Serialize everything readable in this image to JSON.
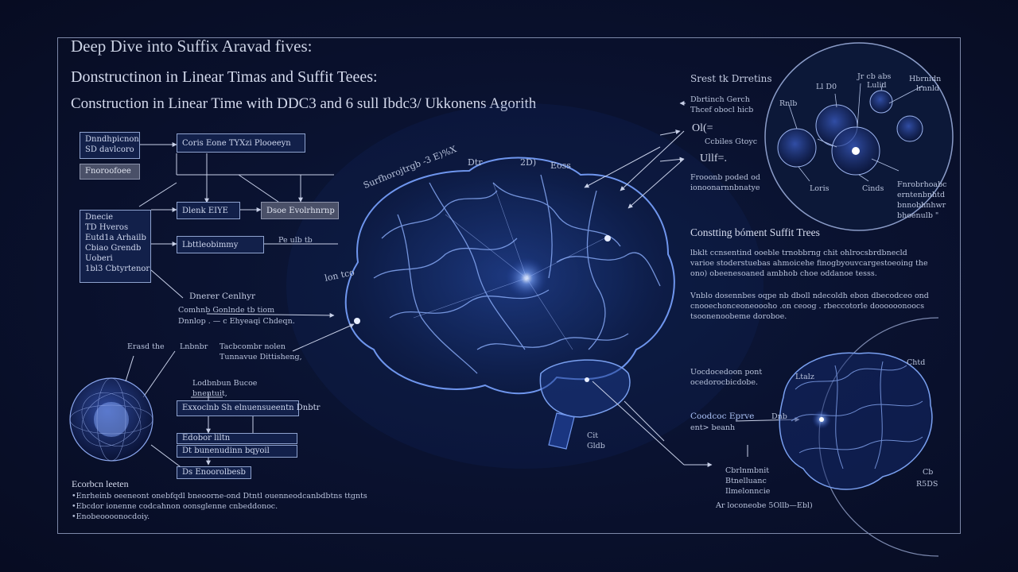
{
  "titles": {
    "line1": "Deep Dive into Suffix Aravad fives:",
    "line2": "Donstructinon in Linear Timas and Suffit Teees:",
    "line3": "Construction in Linear Time with DDC3 and 6 sull Ibdc3/ Ukkonens Agorith"
  },
  "left_flow": {
    "box_a": [
      "Dnndhpicnon",
      "SD davlcoro"
    ],
    "box_a_gray": "Fnoroofoee",
    "box_b": "Coris Eone  TYXzi Plooeeyn",
    "box_c": [
      "Dnecie",
      "TD Hveros",
      "Eutd1a Arhailb",
      "Cbiao Grendb",
      "Uoberi",
      "1bl3 Cbtyrtenor"
    ],
    "box_d": "Dlenk  EIYE",
    "box_e": "Dsoe  Evolrhnrnp",
    "box_f": "Lbttleobimmy",
    "label_f": "Pe  ulb  tb",
    "label_sub_title": "Dnerer Cenlhyr",
    "label_sub_body": [
      "Comhnb   Gonlnde tb tiom",
      "Dnnlop . — c Ehyeaqi Chdeqn."
    ]
  },
  "left_lower": {
    "label_a": "Erasd  the",
    "label_b": "Lnbnbr",
    "label_c": [
      "Tacbcombr nolen",
      "Tunnavue  Dittisheng,"
    ],
    "label_d": [
      "Lodbnbun  Bucoe",
      "bnentuit,"
    ],
    "box_g": "Exxoclnb   Sh elnuensueentn Dnbtr",
    "box_h": "Edobor  liltn",
    "box_i": "Dt     bunenudinn       bqyoil",
    "box_j": "Ds   Enoorolbesb"
  },
  "footer": {
    "heading": "Ecorbcn  leeten",
    "items": [
      "Enrheinb oeeneont  onebfqdl bneoorne-ond  Dtntl ouenneodcanbdbtns  ttgnts",
      "Ebcdor   ionenne codcahnon  oonsglenne  cnbeddonoc.",
      "Enobeoooonocdoiy."
    ]
  },
  "brain_labels": {
    "arc": "Surfhorojtrgb -3  E)%X",
    "dtr": "Dtr",
    "n2d": "2D)",
    "eoss": "Eoss",
    "side": "lon  tco",
    "ctxt": [
      "Cit",
      "Gldb"
    ]
  },
  "right_top": {
    "heading": "Srest tk Drretins",
    "l1": [
      "Dbrtinch    Gerch",
      "Thcef  obocl  hicb"
    ],
    "l2": [
      "Ol(=",
      "Ccbiles  Gtoyc"
    ],
    "l3": "Ullf=.",
    "l4": [
      "Frooonb  poded  od",
      "ionoonarnnbnatye"
    ],
    "circle_labels": [
      "Ll  D0",
      "Jr cb  abs",
      "Hbrnidn",
      "lrnnld",
      "Lulid",
      "Rnlb",
      "Loris",
      "Cinds"
    ],
    "side_note": [
      "Fnrobrhoabc",
      "erntenbnhtd",
      "bnnobhnhwr",
      "bhoenulb  \""
    ]
  },
  "right_mid": {
    "heading": "Constting bóment Suffit Trees",
    "p1": [
      "lbklt  ccnsentind  ooeble  trnobbrng  chit  ohlrocsbrdbnecld",
      "varioe  stoderstuebas  ahmoicehe  finogbyouvcargestoeoing  the",
      "ono)  obeenesoaned  ambhob  choe  oddanoe tesss."
    ],
    "p2": [
      "Vnblo  dosennbes  oqpe  nb  dboll  ndecoldh  ebon  dbecodceo ond",
      "cnooechonceoneoooho  .on  ceoog  .  rbeccotorle  doooooonoocs",
      "tsoonenoobeme  doroboe."
    ]
  },
  "right_low": {
    "l1": [
      "Uocdocedoon  pont",
      "ocedorocbicdobe."
    ],
    "l2": [
      "Coodcoc  Eprve",
      "ent>  beanh"
    ],
    "l3": [
      "Cbrlnmbnit",
      "Btnelluanc",
      "Ilmelonncie"
    ],
    "l4": "Ar  loconeobe  5Ollb—Ebl)",
    "small": [
      "Dnb",
      "Ltalz",
      "Chtd",
      "Cb",
      "R5DS"
    ]
  },
  "colors": {
    "background": "#0a1230",
    "frame": "#7d88a8",
    "brain_glow": "#4f7fe8",
    "line": "#b9c4e0"
  }
}
